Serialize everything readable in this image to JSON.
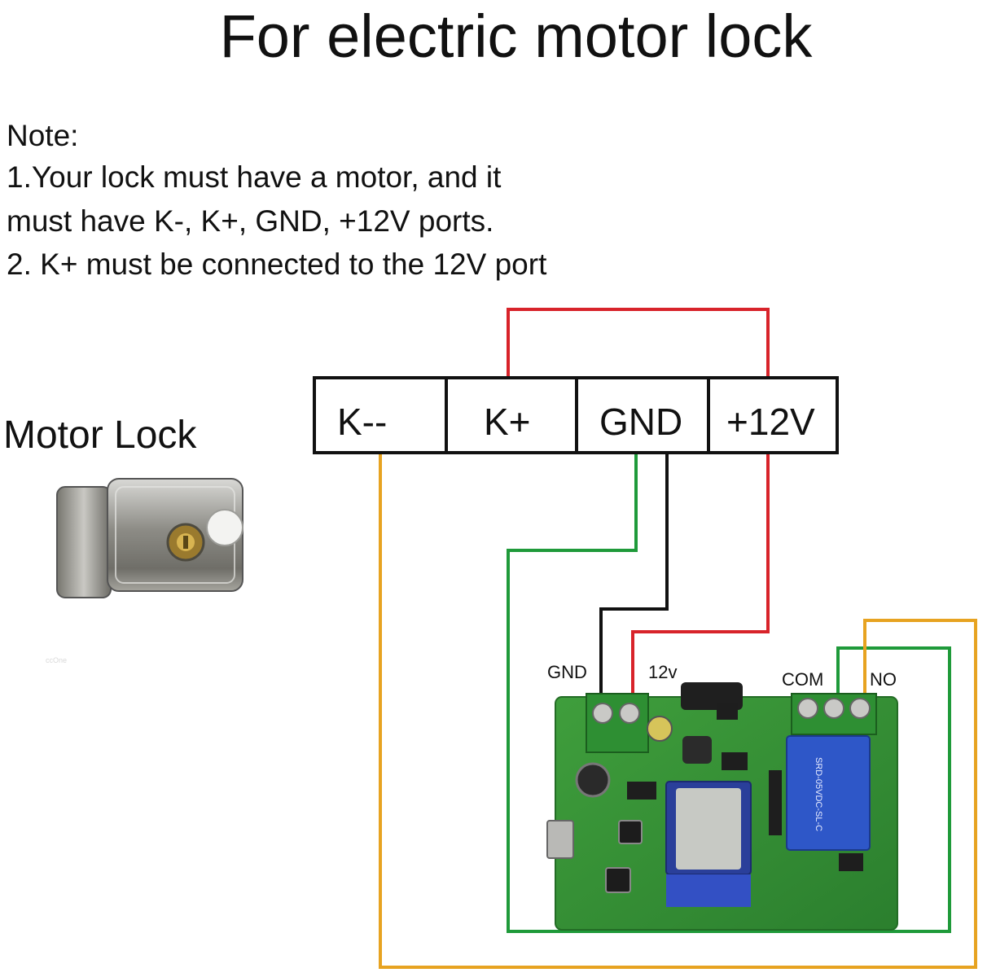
{
  "title": "For electric motor lock",
  "note": {
    "heading": "Note:",
    "lines": [
      "1.Your lock must have a motor, and it",
      "must have K-, K+, GND, +12V ports.",
      "2. K+ must be connected to the 12V port"
    ]
  },
  "motor_lock": {
    "label": "Motor Lock",
    "watermark": "ccOne"
  },
  "terminal_block": {
    "ports": [
      "K--",
      "K+",
      "GND",
      "+12V"
    ]
  },
  "relay_board": {
    "labels": {
      "gnd": "GND",
      "v12": "12v",
      "com": "COM",
      "no": "NO"
    },
    "relay_text": "SRD-05VDC-SL-C"
  },
  "wire_colors": {
    "red": "#d8232a",
    "black": "#111111",
    "green": "#1f9a3a",
    "orange": "#e7a321"
  }
}
